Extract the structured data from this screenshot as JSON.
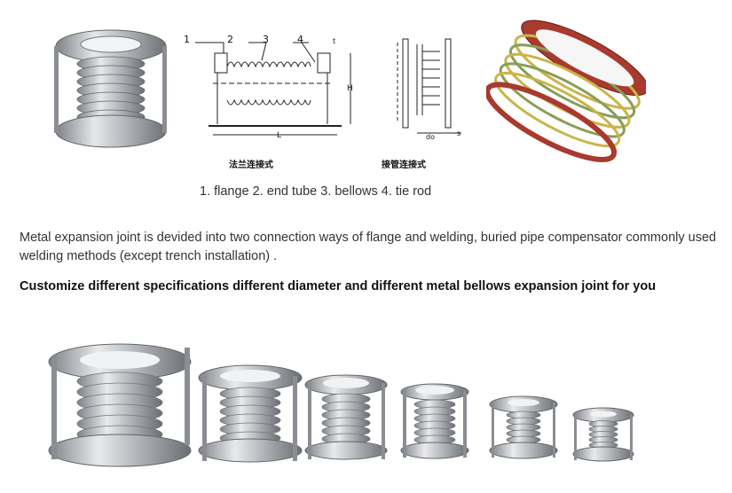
{
  "diagram": {
    "callouts": [
      "1",
      "2",
      "3",
      "4"
    ],
    "dim_labels": {
      "length": "L",
      "height": "H",
      "thickness": "t",
      "small_length": "do",
      "small_thickness": "s"
    },
    "caption_flange": "法兰连接式",
    "caption_weld": "接管连接式"
  },
  "parts_legend": "1. flange   2. end tube  3. bellows  4. tie rod",
  "description": "Metal expansion joint is devided into two connection ways of flange and welding, buried pipe compensator commonly used welding methods (except trench installation) .",
  "headline": "Customize different specifications  different diameter and different metal bellows expansion joint for you",
  "colors": {
    "metal": "#b9bcc0",
    "red_flange": "#c0392b",
    "text": "#333333"
  }
}
